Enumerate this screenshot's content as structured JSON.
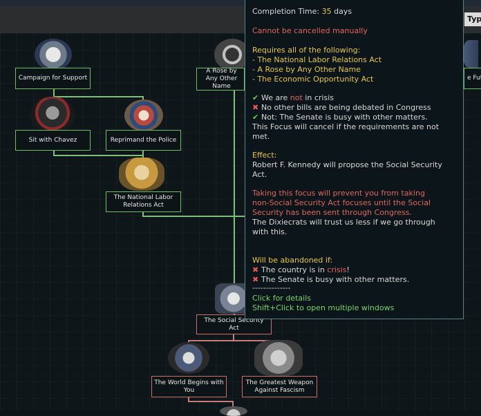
{
  "topbar": {
    "type_button_label": "Typ"
  },
  "nodes": {
    "campaign": "Campaign for Support",
    "rose": "A Rose by Any Other Name",
    "right_partial": "e Fut",
    "chavez": "Sit with Chavez",
    "police": "Reprimand the Police",
    "labor": "The National Labor Relations Act",
    "social": "The Social Security Act",
    "world": "The World Begins with You",
    "weapon": "The Greatest Weapon Against Fascism"
  },
  "tooltip": {
    "completion_label": "Completion Time: ",
    "completion_value": "35",
    "completion_unit": " days",
    "cannot_cancel": "Cannot be cancelled manually",
    "requires_header": "Requires all of the following:",
    "req1": "- The National Labor Relations Act",
    "req2": "- A Rose by Any Other Name",
    "req3": "- The Economic Opportunity Act",
    "cond1_pre": "We are ",
    "cond1_not": "not",
    "cond1_post": " in crisis",
    "cond2": "No other bills are being debated in Congress",
    "cond3": "Not: The Senate is busy with other matters.",
    "cancel_note_1": "This Focus will cancel if the requirements are not",
    "cancel_note_2": "met.",
    "effect_header": "Effect:",
    "effect_1": "Robert F. Kennedy will propose the Social Security",
    "effect_2": "Act.",
    "warn_1": "Taking this focus will prevent you from taking",
    "warn_2": "non-Social Security Act focuses until the Social",
    "warn_3": "Security has been sent through Congress.",
    "dix_1": "The Dixiecrats will trust us less if we go through",
    "dix_2": "with this.",
    "abandon_header": "Will be abandoned if:",
    "ab1_pre": "The country is in ",
    "ab1_word": "crisis",
    "ab1_post": "!",
    "ab2": "The Senate is busy with other matters.",
    "divider": "--------------",
    "click_details": "Click for details",
    "shift_click": "Shift+Click to open multiple windows"
  },
  "colors": {
    "yellow": "#e6c64e",
    "red": "#e0665f",
    "green": "#7ad46a",
    "green_border": "#6fbf66",
    "red_border": "#c9706a"
  }
}
